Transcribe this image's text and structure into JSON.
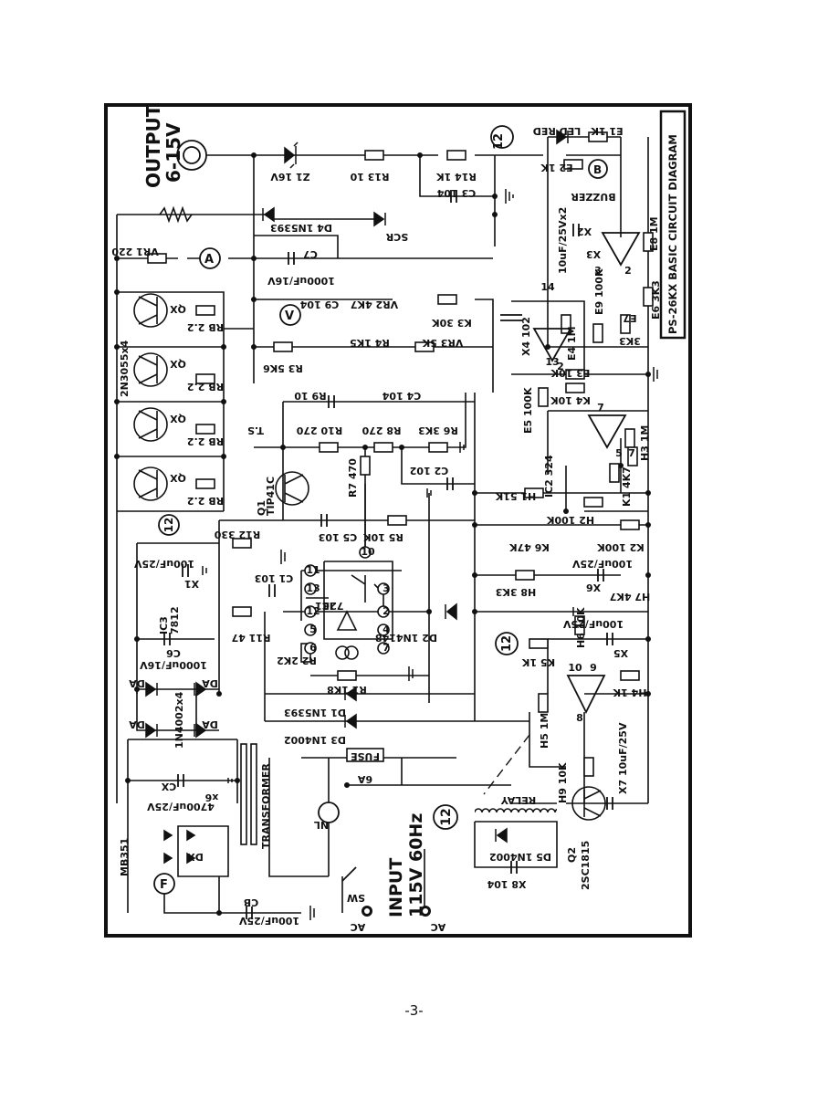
{
  "diagram": {
    "title": "PS-26KX BASIC CIRCUIT DIAGRAM",
    "output_label": "OUTPUT",
    "output_range": "6-15V",
    "input_label": "INPUT",
    "input_spec": "115V 60Hz",
    "transformer_label": "TRANSFORMER",
    "relay_label": "RELAY",
    "fuse_label": "FUSE",
    "fuse_rating": "6A",
    "ac_label": "AC",
    "sw_label": "SW",
    "nl_label": "NL",
    "mb_label": "MB351",
    "dx_label": "DX",
    "buzzer_label": "BUZZER",
    "ts_label": "T.S",
    "x6_note": "x6",
    "node_12": "12",
    "pins": [
      "1",
      "2",
      "3",
      "4",
      "5",
      "6",
      "7",
      "8",
      "9",
      "10",
      "11",
      "12",
      "13",
      "14"
    ],
    "components": {
      "z1": "Z1 16V",
      "r13": "R13 10",
      "r14": "R14 1K",
      "c3": "C3 104",
      "scr": "SCR",
      "d4": "D4 1N5393",
      "c7": "C7",
      "c7v": "1000uF/16V",
      "vr1": "VR1 220",
      "c9": "C9 104",
      "vr2": "VR2 4K7",
      "k3": "K3 30K",
      "r3": "R3 5K6",
      "r4": "R4 1K5",
      "vr3": "VR3 5K",
      "qx": "QX",
      "rb": "RB 2.2",
      "q_type": "2N3055x4",
      "r9": "R9 10",
      "c4": "C4 104",
      "r10": "R10 270",
      "r8": "R8 270",
      "r6": "R6 3K3",
      "q1": "Q1",
      "q1t": "TIP41C",
      "r7": "R7",
      "r7v": "470",
      "c2": "C2 102",
      "h1": "H1 51K",
      "h2": "H2 100K",
      "c5": "C5 103",
      "r5": "R5 10K",
      "k2": "K2 100K",
      "k6": "K6 47K",
      "r12": "R12 330",
      "ic3": "IC3",
      "ic3t": "7812",
      "x1": "X1",
      "c100": "100uF/25V",
      "c1": "C1 103",
      "ic1": "IC1",
      "ic1t": "723",
      "r11": "R11 47",
      "h8": "H8 3K3",
      "x6c": "X6",
      "h7": "H7 4K7",
      "d2": "D2 1N4148",
      "h6": "H6 10K",
      "c6": "C6",
      "c6v": "1000uF/16V",
      "r2": "R2 2K2",
      "x5": "X5",
      "k5": "K5 1K",
      "h4": "H4 1K",
      "r1": "R1 1K8",
      "d1": "D1 1N5393",
      "d3": "D3 1N4002",
      "h5": "H5 1M",
      "da": "DA",
      "da_type": "1N4002x4",
      "cx": "CX",
      "c4700": "4700uF/25V",
      "h9": "H9 10K",
      "x7": "X7 10uF/25V",
      "cb": "CB",
      "d5": "D5 1N4002",
      "x8": "X8 104",
      "q2": "Q2",
      "q2t": "2SC1815",
      "e1": "E1 1K",
      "led": "LED RED",
      "e2": "E2 1K",
      "e8": "E8 1M",
      "x2": "X2",
      "x3": "X3",
      "cx2": "10uF/25Vx2",
      "e6": "E6 3K3",
      "e7": "E7",
      "e7v": "3K3",
      "x4": "X4 102",
      "e4": "E4 1M",
      "e9": "E9 100K",
      "e3": "E3 10K",
      "e5": "E5 100K",
      "k4": "K4 10K",
      "ic2": "IC2 324",
      "h3": "H3 1M",
      "k1": "K1 4K7"
    },
    "page_number": "-3-"
  }
}
